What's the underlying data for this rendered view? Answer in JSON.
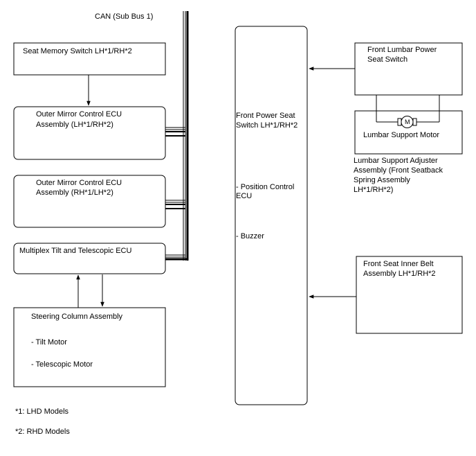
{
  "bus": {
    "label": "CAN (Sub Bus 1)"
  },
  "left": {
    "seat_memory_switch": "Seat Memory Switch LH*1/RH*2",
    "outer_mirror_1": [
      "Outer Mirror Control ECU",
      "Assembly (LH*1/RH*2)"
    ],
    "outer_mirror_2": [
      "Outer Mirror Control ECU",
      "Assembly (RH*1/LH*2)"
    ],
    "tilt_telescopic_ecu": "Multiplex Tilt and Telescopic ECU",
    "steering_column": {
      "title": "Steering Column Assembly",
      "items": [
        "- Tilt Motor",
        "- Telescopic Motor"
      ]
    }
  },
  "center": {
    "title": [
      "Front Power Seat",
      "Switch LH*1/RH*2"
    ],
    "items": [
      [
        "- Position Control",
        "ECU"
      ],
      [
        "- Buzzer"
      ]
    ]
  },
  "right": {
    "lumbar_switch": [
      "Front Lumbar Power",
      "Seat Switch"
    ],
    "lumbar_motor": "Lumbar Support Motor",
    "motor_symbol": "M",
    "lumbar_adjuster": [
      "Lumbar Support Adjuster",
      "Assembly (Front Seatback",
      "Spring Assembly",
      "LH*1/RH*2)"
    ],
    "inner_belt": [
      "Front Seat Inner Belt",
      "Assembly LH*1/RH*2"
    ]
  },
  "notes": [
    "*1: LHD Models",
    "*2: RHD Models"
  ]
}
